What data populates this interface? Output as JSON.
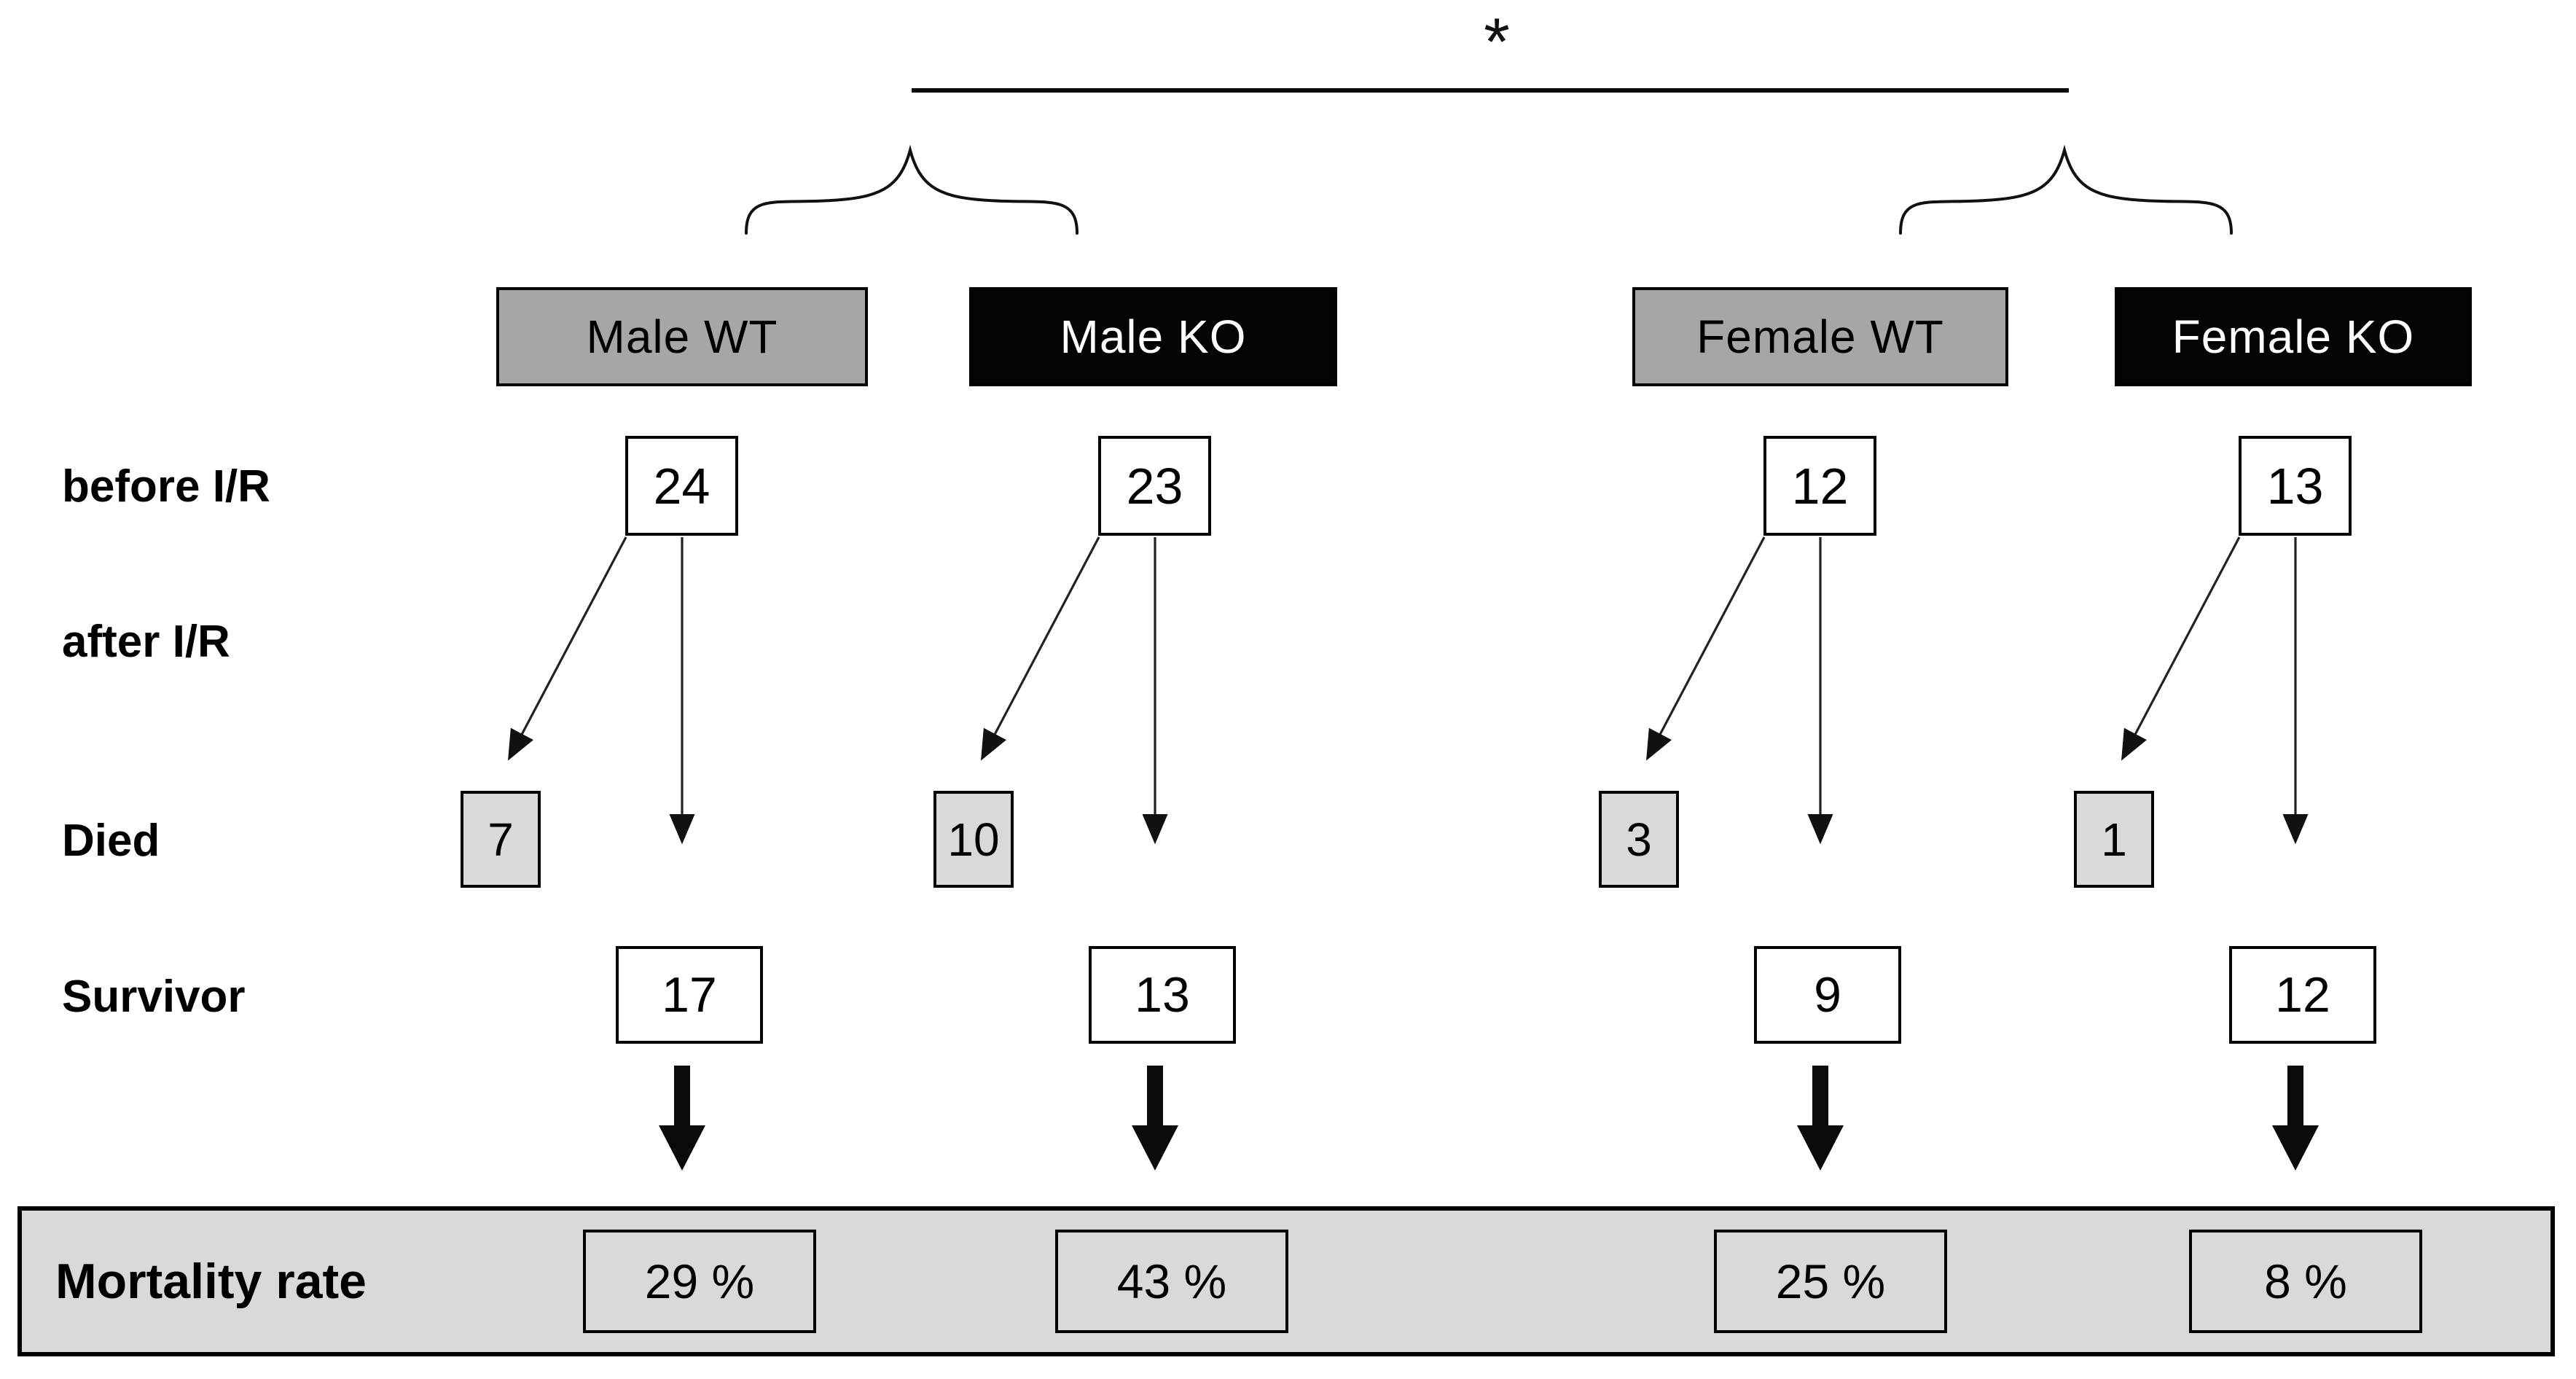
{
  "figure": {
    "significance_label": "*",
    "row_labels": {
      "before": "before I/R",
      "after": "after I/R",
      "died": "Died",
      "survivor": "Survivor",
      "mortality": "Mortality rate"
    },
    "groups": [
      {
        "label": "Male WT",
        "before": "24",
        "died": "7",
        "survivor": "17",
        "mortality": "29 %"
      },
      {
        "label": "Male KO",
        "before": "23",
        "died": "10",
        "survivor": "13",
        "mortality": "43 %"
      },
      {
        "label": "Female WT",
        "before": "12",
        "died": "3",
        "survivor": "9",
        "mortality": "25 %"
      },
      {
        "label": "Female KO",
        "before": "13",
        "died": "1",
        "survivor": "12",
        "mortality": "8 %"
      }
    ],
    "colors": {
      "wt_header_fill": "#a6a6a6",
      "ko_header_fill": "#000000",
      "died_box_fill": "#d9d9d9",
      "mortality_bar_fill": "#d9d9d9",
      "border": "#000000",
      "background": "#ffffff"
    }
  }
}
